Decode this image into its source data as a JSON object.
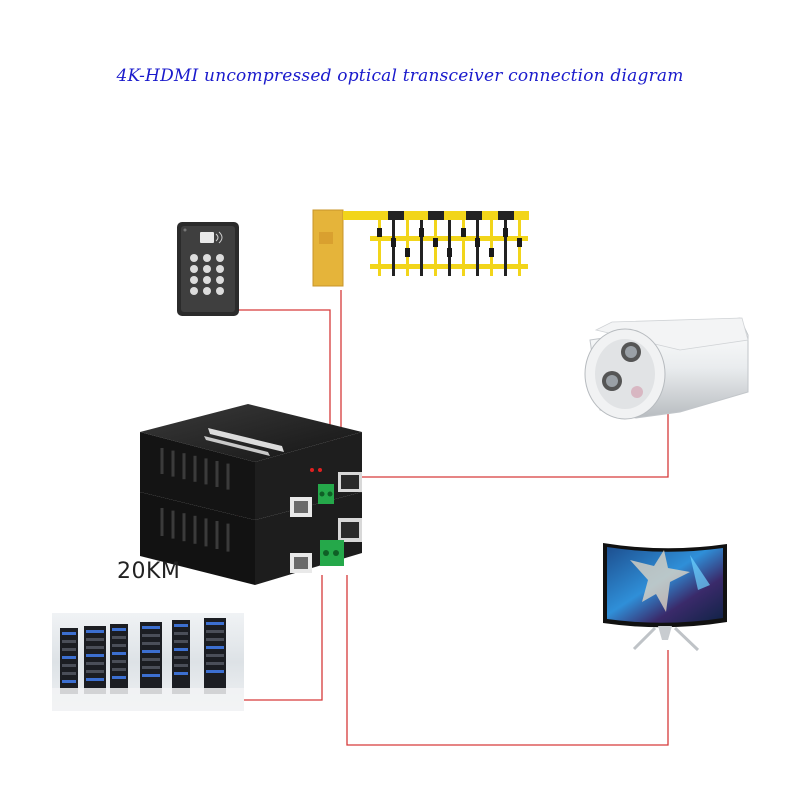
{
  "title": "4K-HDMI uncompressed optical transceiver connection diagram",
  "distance_label": "20KM",
  "colors": {
    "title": "#1a1acc",
    "link_line": "#d63a3a",
    "device_body": "#1c1c1c",
    "barrier_yellow": "#e8b63a",
    "boom_yellow": "#f2d51a",
    "green_terminal": "#25a84a"
  },
  "devices": [
    {
      "id": "access-keypad",
      "icon": "keypad-icon"
    },
    {
      "id": "parking-barrier",
      "icon": "barrier-gate-icon"
    },
    {
      "id": "bullet-camera",
      "icon": "cctv-camera-icon"
    },
    {
      "id": "optical-transceiver-pair",
      "icon": "media-converter-icon"
    },
    {
      "id": "server-room",
      "icon": "server-rack-icon"
    },
    {
      "id": "curved-monitor",
      "icon": "monitor-icon"
    }
  ]
}
